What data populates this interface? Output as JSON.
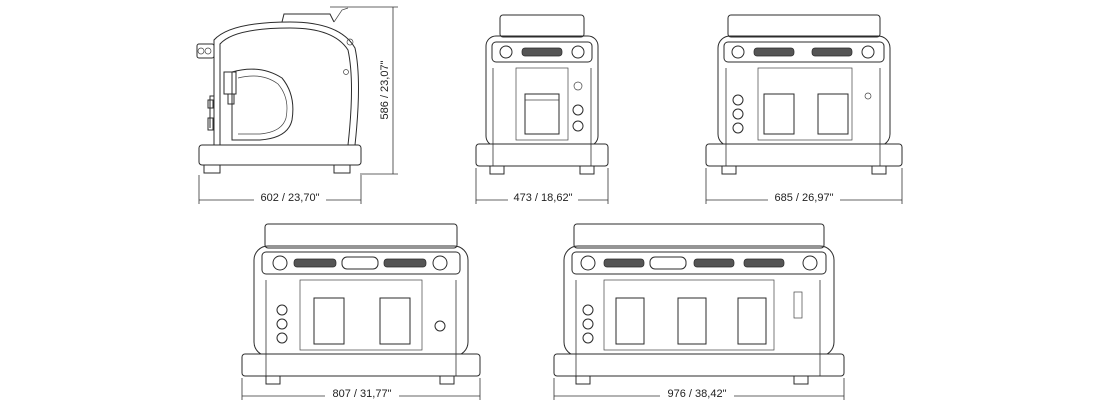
{
  "views": [
    {
      "id": "side",
      "dimensions": [
        {
          "label": "602 / 23,70\""
        },
        {
          "label": "586 / 23,07\""
        }
      ]
    },
    {
      "id": "front-1group",
      "dimensions": [
        {
          "label": "473 / 18,62\""
        }
      ]
    },
    {
      "id": "front-2group-compact",
      "dimensions": [
        {
          "label": "685 / 26,97\""
        }
      ]
    },
    {
      "id": "front-2group",
      "dimensions": [
        {
          "label": "807 / 31,77\""
        }
      ]
    },
    {
      "id": "front-3group",
      "dimensions": [
        {
          "label": "976 / 38,42\""
        }
      ]
    }
  ]
}
